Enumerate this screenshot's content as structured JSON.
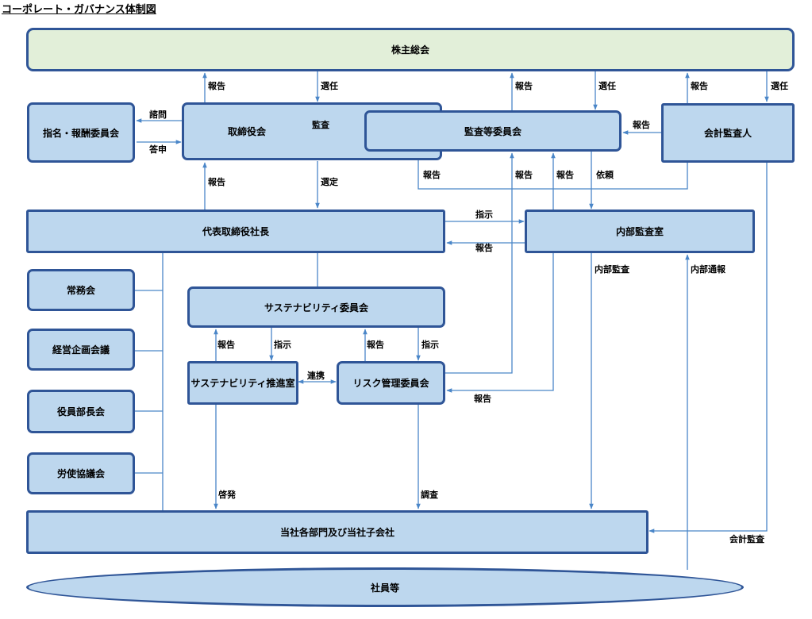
{
  "title": "コーポレート・ガバナンス体制図",
  "nodes": {
    "shareholders": "株主総会",
    "nomination": "指名・報酬委員会",
    "board": "取締役会",
    "audit_committee": "監査等委員会",
    "accounting_auditor": "会計監査人",
    "president": "代表取締役社長",
    "internal_audit": "内部監査室",
    "executive_meeting": "常務会",
    "management_planning": "経営企画会議",
    "officer_meeting": "役員部長会",
    "labor_council": "労使協議会",
    "sustainability_committee": "サステナビリティ委員会",
    "sustainability_office": "サステナビリティ推進室",
    "risk_committee": "リスク管理委員会",
    "departments": "当社各部門及び当社子会社",
    "employees": "社員等"
  },
  "labels": {
    "report": "報告",
    "elect": "選任",
    "consult": "諮問",
    "reply": "答申",
    "audit": "監査",
    "appoint": "選定",
    "request": "依頼",
    "instruct": "指示",
    "cooperate": "連携",
    "enlighten": "啓発",
    "investigate": "調査",
    "internal_audit": "内部監査",
    "whistleblowing": "内部通報",
    "accounting_audit": "会計監査"
  },
  "colors": {
    "box_fill": "#bdd7ee",
    "box_border": "#2f5597",
    "shareholders_fill": "#e2efd9",
    "line": "#4a86c8"
  }
}
